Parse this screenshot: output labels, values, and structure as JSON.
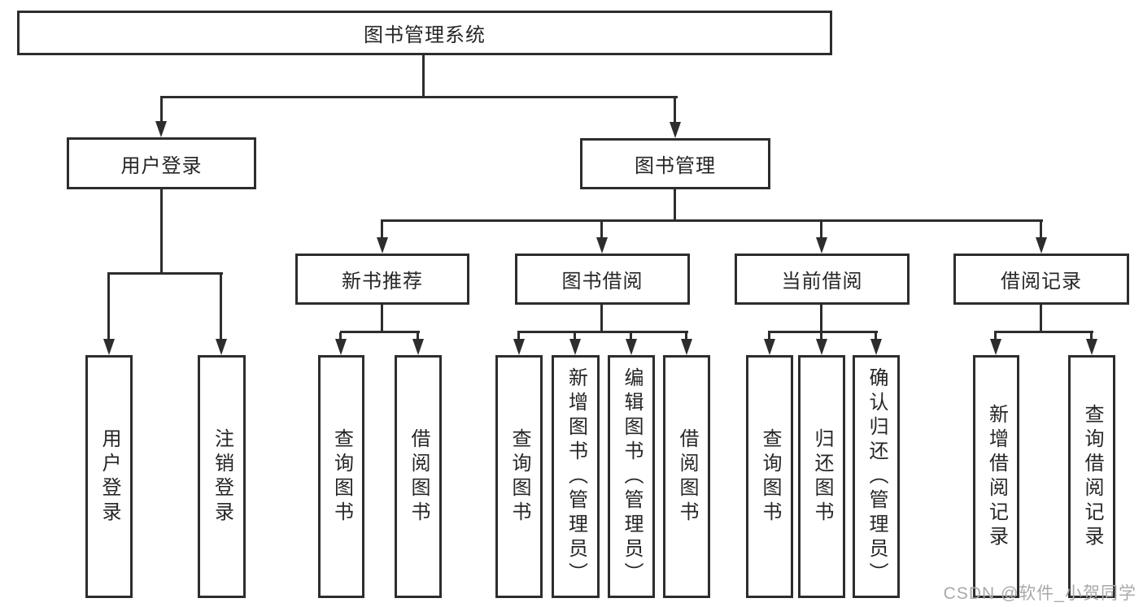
{
  "tree": {
    "root": {
      "label": "图书管理系统"
    },
    "branches": [
      {
        "label": "用户登录",
        "children": [
          {
            "label": "用户登录"
          },
          {
            "label": "注销登录"
          }
        ]
      },
      {
        "label": "图书管理",
        "children": [
          {
            "label": "新书推荐",
            "children": [
              {
                "label": "查询图书"
              },
              {
                "label": "借阅图书"
              }
            ]
          },
          {
            "label": "图书借阅",
            "children": [
              {
                "label": "查询图书"
              },
              {
                "label": "新增图书（管理员）"
              },
              {
                "label": "编辑图书（管理员）"
              },
              {
                "label": "借阅图书"
              }
            ]
          },
          {
            "label": "当前借阅",
            "children": [
              {
                "label": "查询图书"
              },
              {
                "label": "归还图书"
              },
              {
                "label": "确认归还（管理员）"
              }
            ]
          },
          {
            "label": "借阅记录",
            "children": [
              {
                "label": "新增借阅记录"
              },
              {
                "label": "查询借阅记录"
              }
            ]
          }
        ]
      }
    ]
  },
  "watermark": {
    "text": "CSDN @软件_小贺同学"
  },
  "colors": {
    "line": "#2d2d2d",
    "text": "#262626",
    "watermark": "#a9a9a9",
    "bg": "#ffffff"
  }
}
